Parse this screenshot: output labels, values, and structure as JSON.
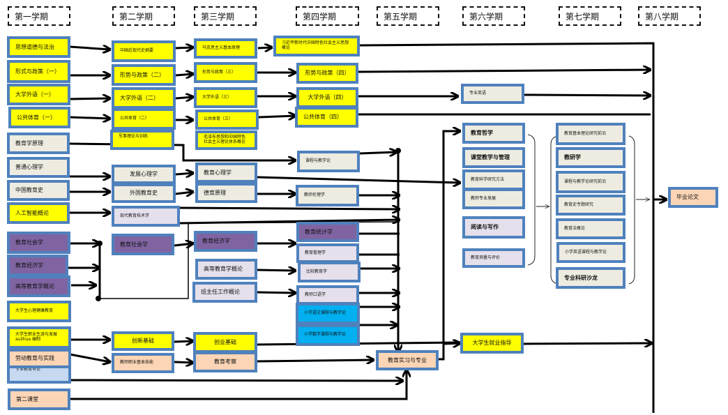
{
  "semesters": [
    "第一学期",
    "第二学期",
    "第三学期",
    "第四学期",
    "第五学期",
    "第六学期",
    "第七学期",
    "第八学期"
  ],
  "courses": {
    "s1": {
      "sixiang": "思想道德与法治",
      "xingshi1": "形式与政策（一）",
      "waiyu1": "大学外语（一）",
      "tiyu1": "公共体育（一）",
      "jiaoyuxue": "教育学原理",
      "putong_xinli": "普通心理学",
      "zhongguo_jiaoyushi": "中国教育史",
      "rengong_zhineng": "人工智能概论",
      "jiaoyu_shehui": "教育社会学",
      "jiaoyu_jingji": "教育经济学",
      "gaodeng_jiaoyu": "高等教育学概论",
      "xinli_jiankang": "大学生心理健康教育",
      "zhiye_shengya": "大学生职业生涯与发展",
      "zhiye_shengya_note": "auilhua 编制",
      "laodong": "劳动教育与实践",
      "zhuanye_daolun": "专业教育导论",
      "dier_ketang": "第二课堂"
    },
    "s2": {
      "jindaishi": "中国近现代史纲要",
      "xingshi2": "形势与政策（二）",
      "waiyu2": "大学外语（二）",
      "tiyu2": "公共体育（二）",
      "junshi": "军事理论与训练",
      "fazhan_xinli": "发展心理学",
      "waiguo_jiaoyushi": "外国教育史",
      "xiandai_jishu": "现代教育技术学",
      "jiaoyu_shehui2": "教育社会学",
      "chuangxin": "创新基础",
      "jineng": "教师职业基本技能"
    },
    "s3": {
      "makesi": "马克思主义基本原理",
      "xingshi3": "形势与政策（三）",
      "waiyu3": "大学外语（三）",
      "tiyu3": "公共体育（三）",
      "maogai": "毛泽东思想和中国特色社会主义理论体系概论",
      "jiaoyu_xinli": "教育心理学",
      "deyu": "德育原理",
      "jiaoyu_jingji3": "教育经济学",
      "gaodeng3": "高等教育学概论",
      "banzhuren": "班主任工作概论",
      "chuangye": "创业基础",
      "kaocha": "教育考察"
    },
    "s4": {
      "xi_sixiang": "习近平新时代中国特色社会主义思想概论",
      "xingshi4": "形势与政策（四）",
      "waiyu4": "大学外语（四）",
      "tiyu4": "公共体育（四）",
      "kecheng": "课程与教学论",
      "lunli": "教师伦理学",
      "tongji": "教育统计学",
      "guanli": "教育管理学",
      "bijiao": "比较教育学",
      "koucai": "教师口语学",
      "yuwen": "小学语文课程与教学论",
      "shuxue": "小学数学课程与教学论"
    },
    "s5": {
      "shixi": "教育实习与专业"
    },
    "s6": {
      "zhuanye_yingyu": "专业英语",
      "zhexue": "教育哲学",
      "ketang": "课堂教学与管理",
      "yanjiu_fangfa": "教育科学研究方法",
      "zhuanye_fazhan": "教师专业发展",
      "yuedu": "阅读与写作",
      "celiang": "教育测量与评价",
      "jiuye": "大学生就业指导"
    },
    "s7": {
      "jiben_lilun": "教育基本理论研究前沿",
      "jiaoyanxue": "教研学",
      "kecheng_qianyan": "课程与教学论研究前沿",
      "jiaoyushi_zhuanti": "教育史专题研究",
      "fagai": "教育法概论",
      "xiaoxue_yingyu": "小学英语课程与教学论",
      "yanxi": "专业科研沙龙"
    },
    "s8": {
      "lunwen": "毕业论文"
    }
  },
  "colors": {
    "border": "#4f81bd",
    "yellow": "#ffff00",
    "gray": "#eeece1",
    "purple": "#8064a2",
    "lavender": "#e6e0ec",
    "blue": "#00b0f0",
    "peach": "#fbd5b5",
    "light_blue": "#c6d9f1"
  }
}
